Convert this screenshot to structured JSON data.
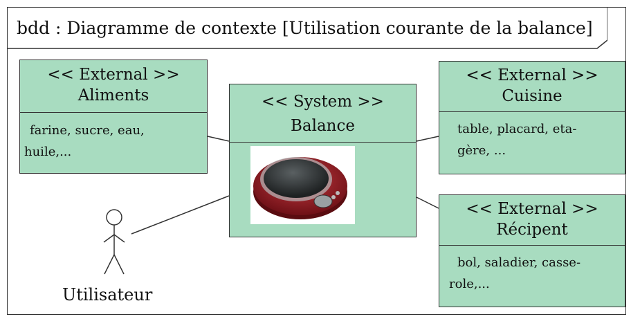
{
  "frame": {
    "title": "bdd : Diagramme de contexte [Utilisation courante de la balance]"
  },
  "blocks": {
    "aliments": {
      "stereotype": "<< External >>",
      "name": "Aliments",
      "body_lines": [
        "farine, sucre, eau,",
        "huile,..."
      ]
    },
    "system": {
      "stereotype": "<< System >>",
      "name": "Balance"
    },
    "cuisine": {
      "stereotype": "<< External >>",
      "name": "Cuisine",
      "body_lines": [
        "table, placard, eta-",
        "gère, ..."
      ]
    },
    "recipent": {
      "stereotype": "<< External >>",
      "name": "Récipent",
      "body_lines": [
        "bol, saladier, casse-",
        "role,..."
      ]
    }
  },
  "actor": {
    "label": "Utilisateur"
  },
  "colors": {
    "block_fill": "#a8dcc0",
    "line": "#333333",
    "scale_red": "#9b1c24",
    "scale_dark": "#2a2d2e"
  },
  "icons": {
    "actor": "stick-figure-icon",
    "photo": "kitchen-scale-image"
  }
}
